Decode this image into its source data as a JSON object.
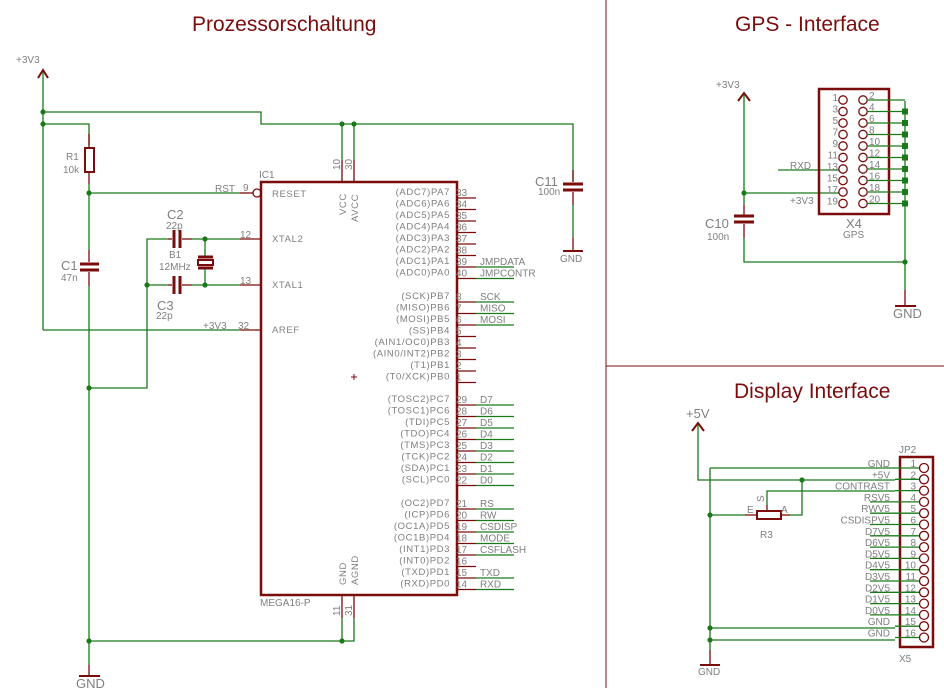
{
  "sheets": {
    "processor": {
      "title": "Prozessorschaltung"
    },
    "gps": {
      "title": "GPS - Interface"
    },
    "display": {
      "title": "Display Interface"
    }
  },
  "colors": {
    "wire": "#1a7a1a",
    "part": "#7a0c0c",
    "label": "#7f7f7f",
    "background": "#ffffff"
  },
  "processor": {
    "supply_top": "+3V3",
    "gnd": "GND",
    "r1": {
      "name": "R1",
      "value": "10k"
    },
    "c1": {
      "name": "C1",
      "value": "47n"
    },
    "c2": {
      "name": "C2",
      "value": "22p"
    },
    "c3": {
      "name": "C3",
      "value": "22p"
    },
    "b1": {
      "name": "B1",
      "value": "12MHz"
    },
    "c11": {
      "name": "C11",
      "value": "100n",
      "gnd": "GND"
    },
    "ic": {
      "name": "IC1",
      "part": "MEGA16-P",
      "left_pins": [
        {
          "label": "RESET",
          "num": "9",
          "net": "RST"
        },
        {
          "label": "XTAL2",
          "num": "12",
          "net": ""
        },
        {
          "label": "XTAL1",
          "num": "13",
          "net": ""
        },
        {
          "label": "AREF",
          "num": "32",
          "net": "+3V3"
        }
      ],
      "top_pins": [
        {
          "label": "VCC",
          "num": "10"
        },
        {
          "label": "AVCC",
          "num": "30"
        }
      ],
      "bottom_pins": [
        {
          "label": "GND",
          "num": "11"
        },
        {
          "label": "AGND",
          "num": "31"
        }
      ],
      "right_pins": [
        {
          "label": "(ADC7)PA7",
          "num": "33",
          "net": ""
        },
        {
          "label": "(ADC6)PA6",
          "num": "34",
          "net": ""
        },
        {
          "label": "(ADC5)PA5",
          "num": "35",
          "net": ""
        },
        {
          "label": "(ADC4)PA4",
          "num": "36",
          "net": ""
        },
        {
          "label": "(ADC3)PA3",
          "num": "37",
          "net": ""
        },
        {
          "label": "(ADC2)PA2",
          "num": "38",
          "net": ""
        },
        {
          "label": "(ADC1)PA1",
          "num": "39",
          "net": "JMPDATA"
        },
        {
          "label": "(ADC0)PA0",
          "num": "40",
          "net": "JMPCONTR"
        },
        {
          "label": "(SCK)PB7",
          "num": "8",
          "net": "SCK"
        },
        {
          "label": "(MISO)PB6",
          "num": "7",
          "net": "MISO"
        },
        {
          "label": "(MOSI)PB5",
          "num": "6",
          "net": "MOSI"
        },
        {
          "label": "(SS)PB4",
          "num": "5",
          "net": ""
        },
        {
          "label": "(AIN1/OC0)PB3",
          "num": "4",
          "net": ""
        },
        {
          "label": "(AIN0/INT2)PB2",
          "num": "3",
          "net": ""
        },
        {
          "label": "(T1)PB1",
          "num": "2",
          "net": ""
        },
        {
          "label": "(T0/XCK)PB0",
          "num": "1",
          "net": ""
        },
        {
          "label": "(TOSC2)PC7",
          "num": "29",
          "net": "D7"
        },
        {
          "label": "(TOSC1)PC6",
          "num": "28",
          "net": "D6"
        },
        {
          "label": "(TDI)PC5",
          "num": "27",
          "net": "D5"
        },
        {
          "label": "(TDO)PC4",
          "num": "26",
          "net": "D4"
        },
        {
          "label": "(TMS)PC3",
          "num": "25",
          "net": "D3"
        },
        {
          "label": "(TCK)PC2",
          "num": "24",
          "net": "D2"
        },
        {
          "label": "(SDA)PC1",
          "num": "23",
          "net": "D1"
        },
        {
          "label": "(SCL)PC0",
          "num": "22",
          "net": "D0"
        },
        {
          "label": "(OC2)PD7",
          "num": "21",
          "net": "RS"
        },
        {
          "label": "(ICP)PD6",
          "num": "20",
          "net": "RW"
        },
        {
          "label": "(OC1A)PD5",
          "num": "19",
          "net": "CSDISP"
        },
        {
          "label": "(OC1B)PD4",
          "num": "18",
          "net": "MODE"
        },
        {
          "label": "(INT1)PD3",
          "num": "17",
          "net": "CSFLASH"
        },
        {
          "label": "(INT0)PD2",
          "num": "16",
          "net": ""
        },
        {
          "label": "(TXD)PD1",
          "num": "15",
          "net": "TXD"
        },
        {
          "label": "(RXD)PD0",
          "num": "14",
          "net": "RXD"
        }
      ]
    }
  },
  "gps": {
    "supply": "+3V3",
    "gnd": "GND",
    "c10": {
      "name": "C10",
      "value": "100n"
    },
    "connector": {
      "name": "X4",
      "value": "GPS",
      "odd_pins": [
        "1",
        "3",
        "5",
        "7",
        "9",
        "11",
        "13",
        "15",
        "17",
        "19"
      ],
      "even_pins": [
        "2",
        "4",
        "6",
        "8",
        "10",
        "12",
        "14",
        "16",
        "18",
        "20"
      ]
    },
    "nets": {
      "rxd": "RXD",
      "v33": "+3V3"
    }
  },
  "display": {
    "supply": "+5V",
    "gnd": "GND",
    "r3": {
      "name": "R3",
      "pin_e": "E",
      "pin_a": "A",
      "pin_s": "S"
    },
    "connector": {
      "name": "JP2",
      "value": "X5",
      "pins": [
        {
          "num": "1",
          "net": "GND"
        },
        {
          "num": "2",
          "net": "+5V"
        },
        {
          "num": "3",
          "net": "CONTRAST"
        },
        {
          "num": "4",
          "net": "RSV5"
        },
        {
          "num": "5",
          "net": "RWV5"
        },
        {
          "num": "6",
          "net": "CSDISPV5"
        },
        {
          "num": "7",
          "net": "D7V5"
        },
        {
          "num": "8",
          "net": "D6V5"
        },
        {
          "num": "9",
          "net": "D5V5"
        },
        {
          "num": "10",
          "net": "D4V5"
        },
        {
          "num": "11",
          "net": "D3V5"
        },
        {
          "num": "12",
          "net": "D2V5"
        },
        {
          "num": "13",
          "net": "D1V5"
        },
        {
          "num": "14",
          "net": "D0V5"
        },
        {
          "num": "15",
          "net": "GND"
        },
        {
          "num": "16",
          "net": "GND"
        }
      ]
    }
  }
}
